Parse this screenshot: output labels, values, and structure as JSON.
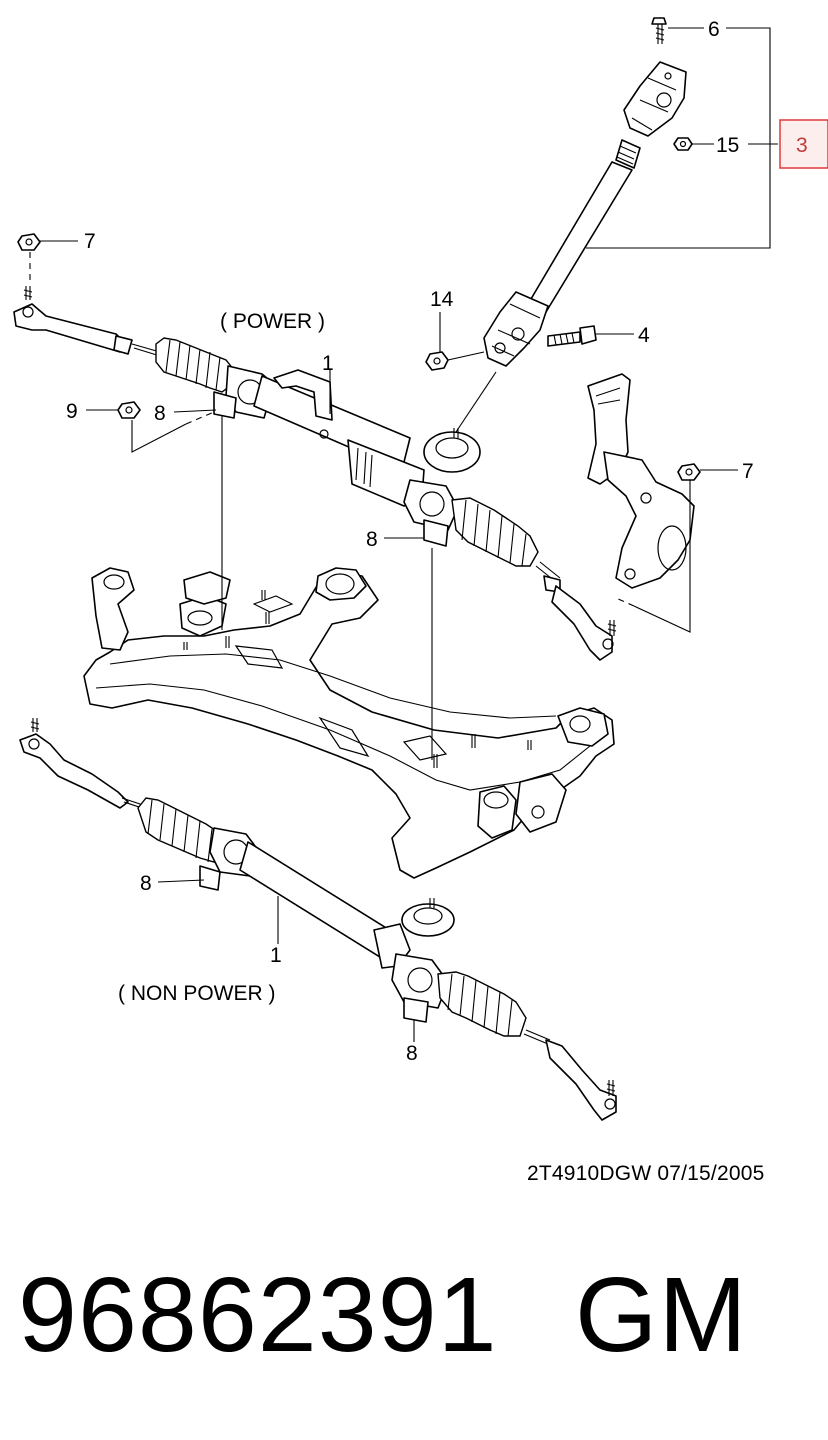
{
  "diagram": {
    "callouts": {
      "bolt_top": "6",
      "nut_right": "15",
      "highlighted_part": "3",
      "nut_left_tie_rod": "7",
      "nut_right_tie_rod": "7",
      "nut_14": "14",
      "bolt_4": "4",
      "nut_9": "9",
      "clamp_power_left": "8",
      "clamp_power_right": "8",
      "rack_power": "1",
      "rack_non_power": "1",
      "clamp_non_power_left": "8",
      "clamp_non_power_right": "8"
    },
    "labels": {
      "power": "( POWER )",
      "non_power": "( NON POWER )"
    },
    "highlight_color": "#e0393b",
    "highlight_fill": "#fdeeee"
  },
  "footer": {
    "drawing_code": "2T4910DGW  07/15/2005",
    "part_number": "96862391",
    "brand": "GM"
  }
}
